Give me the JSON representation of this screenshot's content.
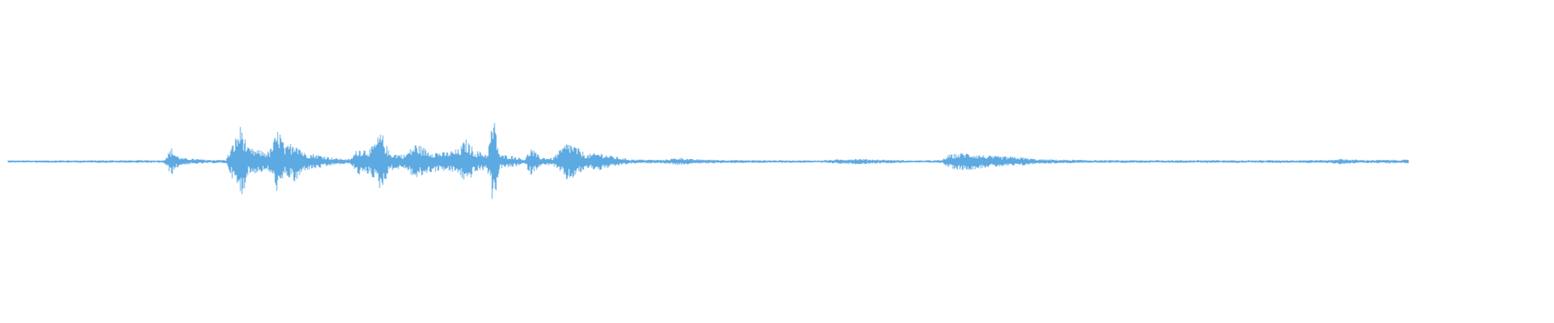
{
  "waveform": {
    "color": "#5DA9E1",
    "background": "#ffffff",
    "duration_fraction": 0.9,
    "envelope": [
      [
        0.0,
        0.01
      ],
      [
        0.1,
        0.012
      ],
      [
        0.105,
        0.12
      ],
      [
        0.108,
        0.06
      ],
      [
        0.112,
        0.03
      ],
      [
        0.13,
        0.015
      ],
      [
        0.14,
        0.015
      ],
      [
        0.15,
        0.33
      ],
      [
        0.154,
        0.12
      ],
      [
        0.16,
        0.1
      ],
      [
        0.168,
        0.09
      ],
      [
        0.174,
        0.3
      ],
      [
        0.178,
        0.12
      ],
      [
        0.185,
        0.2
      ],
      [
        0.19,
        0.08
      ],
      [
        0.2,
        0.06
      ],
      [
        0.21,
        0.03
      ],
      [
        0.22,
        0.02
      ],
      [
        0.225,
        0.12
      ],
      [
        0.233,
        0.11
      ],
      [
        0.24,
        0.26
      ],
      [
        0.245,
        0.08
      ],
      [
        0.255,
        0.06
      ],
      [
        0.262,
        0.16
      ],
      [
        0.27,
        0.1
      ],
      [
        0.28,
        0.08
      ],
      [
        0.29,
        0.11
      ],
      [
        0.294,
        0.2
      ],
      [
        0.3,
        0.1
      ],
      [
        0.308,
        0.07
      ],
      [
        0.312,
        0.4
      ],
      [
        0.316,
        0.06
      ],
      [
        0.325,
        0.05
      ],
      [
        0.332,
        0.02
      ],
      [
        0.336,
        0.12
      ],
      [
        0.342,
        0.04
      ],
      [
        0.35,
        0.03
      ],
      [
        0.36,
        0.18
      ],
      [
        0.366,
        0.12
      ],
      [
        0.372,
        0.06
      ],
      [
        0.38,
        0.08
      ],
      [
        0.388,
        0.05
      ],
      [
        0.395,
        0.03
      ],
      [
        0.4,
        0.02
      ],
      [
        0.42,
        0.015
      ],
      [
        0.432,
        0.035
      ],
      [
        0.44,
        0.02
      ],
      [
        0.46,
        0.015
      ],
      [
        0.48,
        0.012
      ],
      [
        0.5,
        0.012
      ],
      [
        0.52,
        0.01
      ],
      [
        0.545,
        0.025
      ],
      [
        0.555,
        0.02
      ],
      [
        0.58,
        0.01
      ],
      [
        0.6,
        0.012
      ],
      [
        0.605,
        0.06
      ],
      [
        0.615,
        0.08
      ],
      [
        0.63,
        0.05
      ],
      [
        0.65,
        0.04
      ],
      [
        0.662,
        0.02
      ],
      [
        0.7,
        0.012
      ],
      [
        0.75,
        0.012
      ],
      [
        0.8,
        0.012
      ],
      [
        0.85,
        0.014
      ],
      [
        0.855,
        0.025
      ],
      [
        0.87,
        0.014
      ],
      [
        0.88,
        0.015
      ],
      [
        0.9,
        0.016
      ]
    ]
  }
}
